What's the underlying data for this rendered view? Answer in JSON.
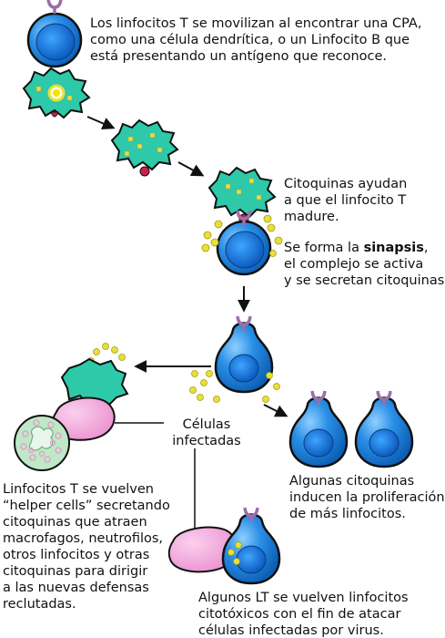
{
  "text1": [
    "Los linfocitos T se movilizan al encontrar una CPA,",
    "como una célula dendrítica, o un Linfocito B que",
    "está presentando un antígeno que reconoce."
  ],
  "text2": [
    "Citoquinas ayudan",
    "a que el linfocito T",
    "madure."
  ],
  "text3": {
    "prefix": "Se forma la ",
    "bold": "sinapsis",
    "suffix": ",",
    "lines": [
      "el complejo se activa",
      "y se secretan citoquinas"
    ]
  },
  "text4": [
    "Células",
    "infectadas"
  ],
  "text5": [
    "Linfocitos T se vuelven",
    "“helper cells” secretando",
    "citoquinas que atraen",
    "macrofagos, neutrofilos,",
    "otros linfocitos y otras",
    "citoquinas para dirigir",
    "a las nuevas defensas",
    "reclutadas."
  ],
  "text6": [
    "Algunas citoquinas",
    "inducen la proliferación",
    "de más linfocitos."
  ],
  "text7": [
    "Algunos LT se vuelven linfocitos",
    "citotóxicos con el fin de atacar",
    "células infectadas por virus."
  ],
  "colors": {
    "tcell": "#1e7fd6",
    "dendritic": "#2dc9a8",
    "infected": "#f29ad6",
    "cytokine": "#e8df3a",
    "receptor": "#9a6fa8",
    "antigen": "#cc1f4d",
    "macrophage": "#bfe8c8"
  }
}
